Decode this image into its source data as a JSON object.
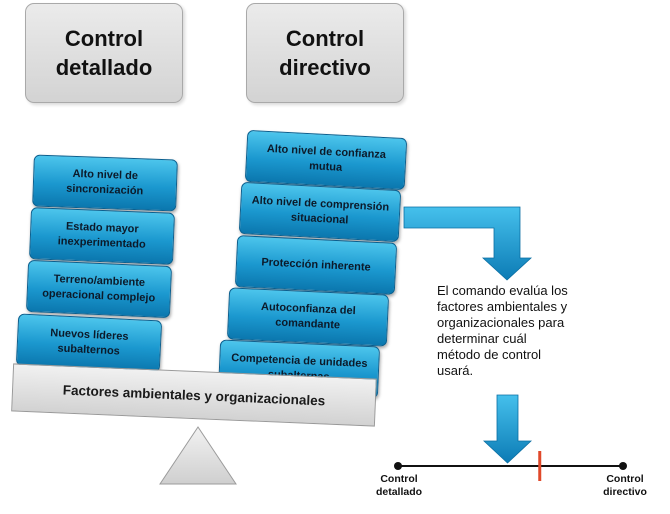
{
  "headers": {
    "left": "Control\ndetallado",
    "right": "Control\ndirectivo"
  },
  "left_factors": [
    "Alto nivel de\nsincronización",
    "Estado mayor\ninexperimentado",
    "Terreno/ambiente\noperacional complejo",
    "Nuevos líderes\nsubalternos"
  ],
  "right_factors": [
    "Alto nivel de confianza\nmutua",
    "Alto nivel de comprensión\nsituacional",
    "Protección inherente",
    "Autoconfianza del\ncomandante",
    "Competencia de unidades\nsubalternas"
  ],
  "beam_label": "Factores ambientales y organizacionales",
  "explanation": "El comando evalúa los\nfactores ambientales y\norganizacionales para\ndeterminar cuál\nmétodo de control\nusará.",
  "scale": {
    "left_label": "Control\ndetallado",
    "right_label": "Control\ndirectivo",
    "marker_position": 0.63
  },
  "colors": {
    "factor_blue": "#1b98cf",
    "arrow_blue": "#1a9bd6",
    "marker_red": "#e0492a"
  }
}
